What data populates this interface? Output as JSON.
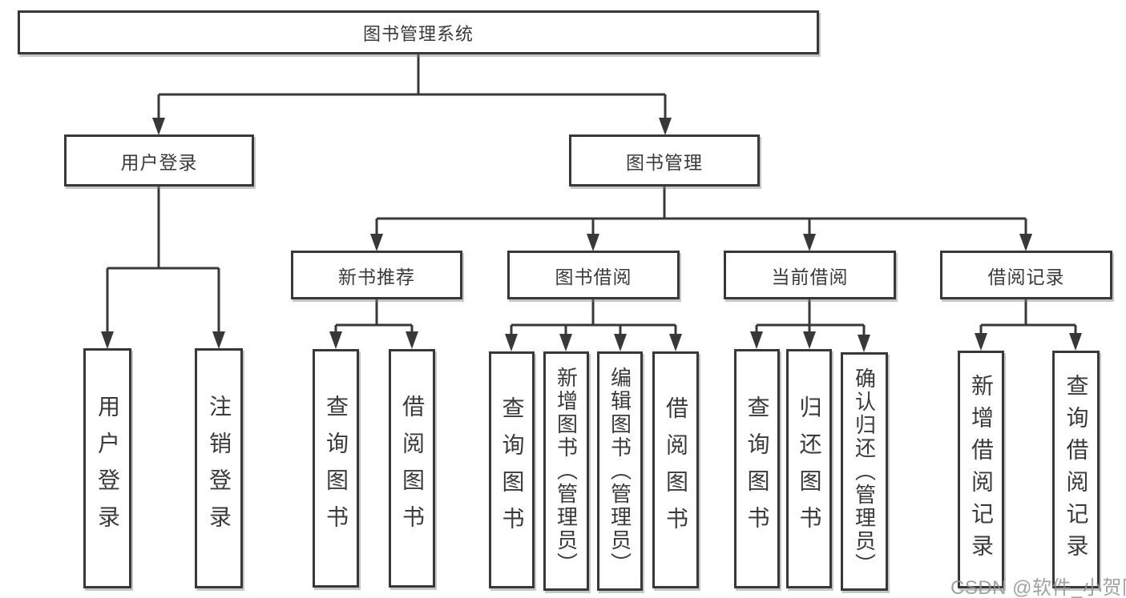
{
  "colors": {
    "line": "#383838",
    "border": "#383838",
    "text": "#3a3a3a",
    "watermark": "#919191"
  },
  "watermark": "CSDN @软件_小贺同学",
  "nodes": {
    "root": "图书管理系统",
    "user_login": "用户登录",
    "book_mgmt": "图书管理",
    "new_book_rec": "新书推荐",
    "book_borrow": "图书借阅",
    "current_borrow": "当前借阅",
    "borrow_record": "借阅记录",
    "leaf_user_login": "用户登录",
    "leaf_logout": "注销登录",
    "leaf_query_book_rec": "查询图书",
    "leaf_borrow_book_rec": "借阅图书",
    "leaf_query_book_borrow": "查询图书",
    "leaf_add_book_admin": "新增图书（管理员）",
    "leaf_edit_book_admin": "编辑图书（管理员）",
    "leaf_borrow_book_borrow": "借阅图书",
    "leaf_query_book_current": "查询图书",
    "leaf_return_book": "归还图书",
    "leaf_confirm_return_admin": "确认归还（管理员）",
    "leaf_add_borrow_record": "新增借阅记录",
    "leaf_query_borrow_record": "查询借阅记录"
  }
}
